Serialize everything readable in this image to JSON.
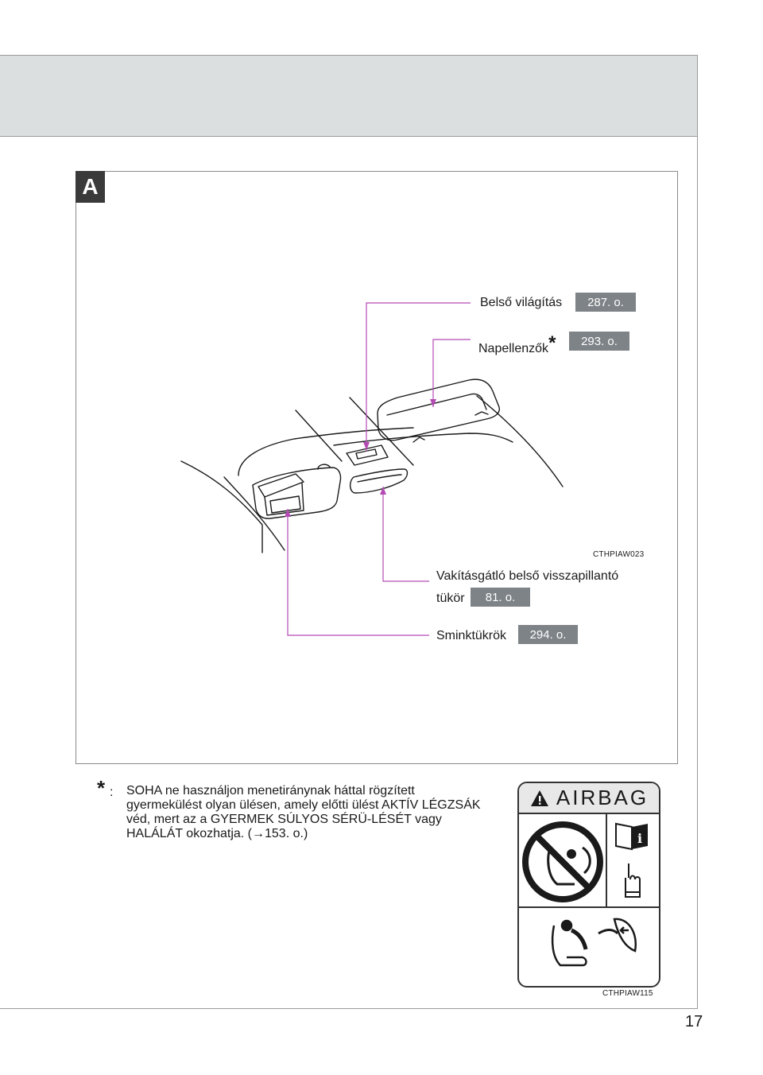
{
  "section_tag": "A",
  "callouts": [
    {
      "label": "Belső világítás",
      "page": "287. o."
    },
    {
      "label": "Napellenzők",
      "star": "*",
      "page": "293. o."
    },
    {
      "label_line1": "Vakításgátló belső visszapillantó",
      "label_line2": "tükör",
      "page": "81. o."
    },
    {
      "label": "Sminktükrök",
      "page": "294. o."
    }
  ],
  "figure_code_main": "CTHPIAW023",
  "footnote": {
    "star": "*",
    "colon": ":",
    "text": "SOHA ne használjon menetiránynak háttal rögzített gyermekülést olyan ülésen, amely előtti ülést AKTÍV LÉGZSÁK véd, mert az a GYERMEK SÚLYOS SÉRÜ-LÉSÉT vagy HALÁLÁT okozhatja. (→153. o.)"
  },
  "airbag_label": {
    "title": "AIRBAG",
    "warning_icon": "warning-triangle-icon",
    "info_glyph": "i"
  },
  "figure_code_airbag": "CTHPIAW115",
  "page_number": "17"
}
